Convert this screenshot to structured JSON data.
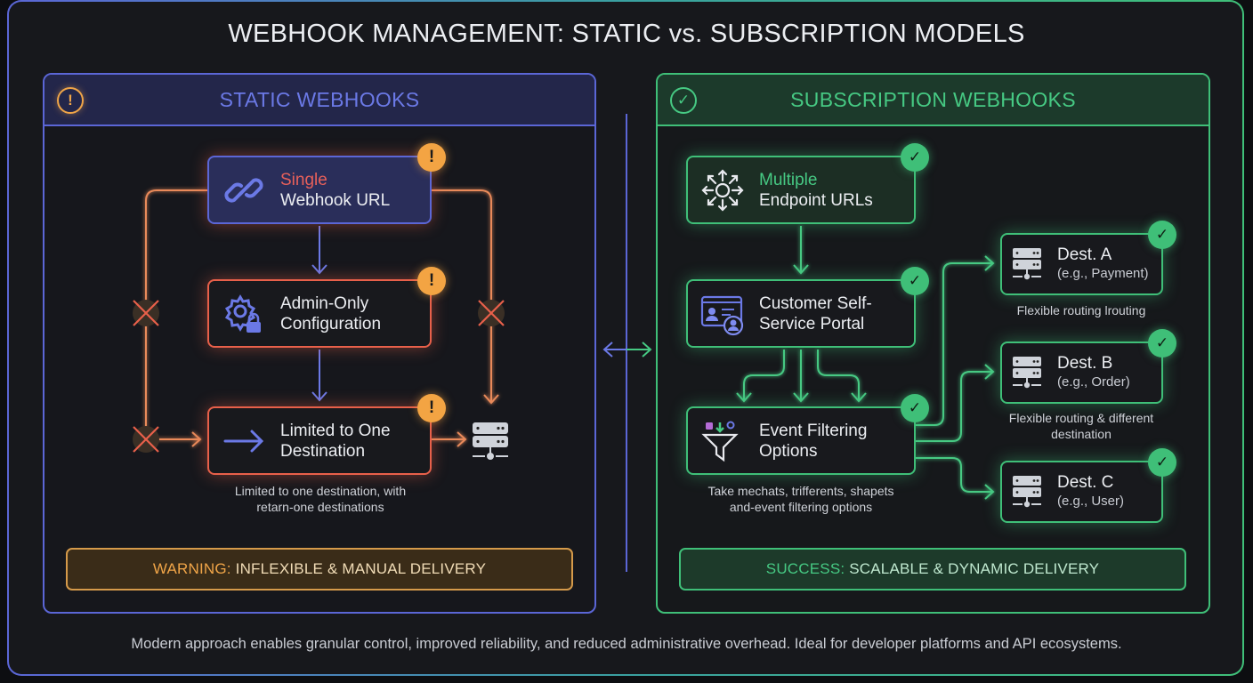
{
  "title": "WEBHOOK MANAGEMENT: STATIC vs. SUBSCRIPTION MODELS",
  "colors": {
    "static_accent": "#5b66d6",
    "warning": "#f3a443",
    "error": "#e8604a",
    "success": "#3fbf78"
  },
  "static": {
    "header": {
      "title": "STATIC WEBHOOKS",
      "icon": "warning-circle-icon"
    },
    "nodes": [
      {
        "icon": "link-icon",
        "accent": "Single",
        "text": "Webhook URL",
        "badge": "!"
      },
      {
        "icon": "gear-lock-icon",
        "accent": "",
        "line1": "Admin-Only",
        "line2": "Configuration",
        "badge": "!"
      },
      {
        "icon": "arrow-right-icon",
        "line1": "Limited to One",
        "line2": "Destination",
        "badge": "!"
      }
    ],
    "destination_icon": "server-icon",
    "blocked_markers": [
      "x-mark-icon",
      "x-mark-icon",
      "x-mark-icon"
    ],
    "caption": {
      "line1": "Limited to one destination, with",
      "line2": "retarn-one destinations"
    },
    "status": {
      "label": "WARNING:",
      "message": "INFLEXIBLE & MANUAL DELIVERY"
    }
  },
  "divider": {
    "icon": "bidirectional-arrow-icon"
  },
  "subscription": {
    "header": {
      "title": "SUBSCRIPTION WEBHOOKS",
      "icon": "check-circle-icon"
    },
    "nodes": [
      {
        "icon": "multi-endpoint-icon",
        "accent": "Multiple",
        "text": "Endpoint URLs",
        "badge": "✓"
      },
      {
        "icon": "self-service-portal-icon",
        "line1": "Customer Self-",
        "line2": "Service Portal",
        "badge": "✓"
      },
      {
        "icon": "funnel-filter-icon",
        "line1": "Event Filtering",
        "line2": "Options",
        "badge": "✓"
      }
    ],
    "filter_caption": {
      "line1": "Take mechats, trifferents, shapets",
      "line2": "and-event filtering options"
    },
    "destinations": [
      {
        "title": "Dest. A",
        "subtitle": "(e.g., Payment)",
        "badge": "✓",
        "caption": "Flexible routing lrouting"
      },
      {
        "title": "Dest. B",
        "subtitle": "(e.g., Order)",
        "badge": "✓",
        "caption_line1": "Flexible routing & different",
        "caption_line2": "destination"
      },
      {
        "title": "Dest. C",
        "subtitle": "(e.g., User)",
        "badge": "✓"
      }
    ],
    "status": {
      "label": "SUCCESS:",
      "message": "SCALABLE & DYNAMIC DELIVERY"
    }
  },
  "footer": "Modern approach enables granular control, improved reliability, and reduced administrative overhead. Ideal for developer platforms and API ecosystems."
}
